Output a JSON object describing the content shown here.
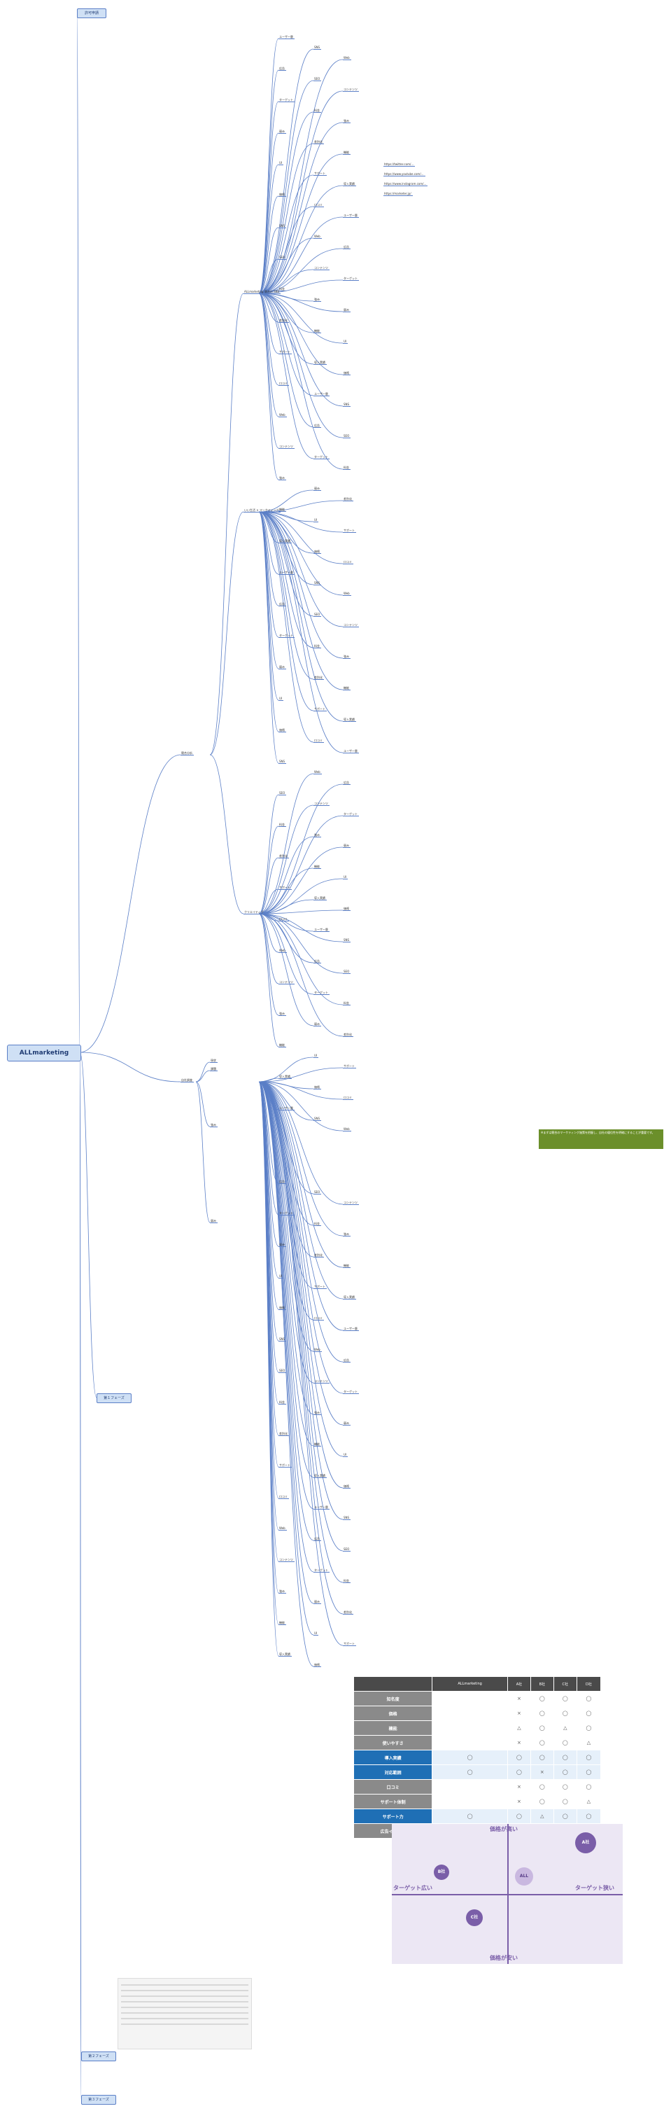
{
  "root": "ALLmarketing",
  "top_nodes": [
    "許可申請",
    "第１フェーズ",
    "第２フェーズ",
    "第３フェーズ"
  ],
  "competitor_research": {
    "label": "競合分析",
    "brand1": "ALLmarketing 競合の SNS",
    "brand2": "いい生活 × マーケティング",
    "brand3": "クリエイティブ"
  },
  "self_analysis": {
    "label": "自社調査",
    "items": [
      "現状",
      "課題",
      "強み",
      "弱み"
    ]
  },
  "links": {
    "twitter": "https://twitter.com/...",
    "youtube": "https://www.youtube.com/...",
    "instagram": "https://www.instagram.com/...",
    "web": "https://marketer.jp/"
  },
  "leaf_labels": [
    "ユーザー層",
    "SNS",
    "Web",
    "広告",
    "SEO",
    "コンテンツ",
    "ターゲット",
    "料金",
    "強み",
    "弱み",
    "差別化",
    "機能",
    "UI",
    "サポート",
    "導入実績",
    "価格",
    "口コミ"
  ],
  "note": "※まずは競合のマーケティング施策を把握し、自社の優位性を明確にすることが重要です。",
  "comparison_table": {
    "headers": [
      "",
      "ALLmarketing",
      "A社",
      "B社",
      "C社",
      "D社"
    ],
    "rows": [
      {
        "label": "知名度",
        "color": "#8a8a8a",
        "cells": [
          "",
          "×",
          "◯",
          "◯",
          "◯"
        ]
      },
      {
        "label": "価格",
        "color": "#8a8a8a",
        "cells": [
          "",
          "×",
          "◯",
          "◯",
          "◯"
        ]
      },
      {
        "label": "機能",
        "color": "#8a8a8a",
        "cells": [
          "",
          "△",
          "◯",
          "△",
          "◯"
        ]
      },
      {
        "label": "使いやすさ",
        "color": "#8a8a8a",
        "cells": [
          "",
          "×",
          "◯",
          "◯",
          "△"
        ]
      },
      {
        "label": "導入実績",
        "color": "#1f6fb5",
        "cells": [
          "◯",
          "◯",
          "◯",
          "◯",
          "◯"
        ]
      },
      {
        "label": "対応範囲",
        "color": "#1f6fb5",
        "cells": [
          "◯",
          "◯",
          "×",
          "◯",
          "◯"
        ]
      },
      {
        "label": "口コミ",
        "color": "#8a8a8a",
        "cells": [
          "",
          "×",
          "◯",
          "◯",
          "◯"
        ]
      },
      {
        "label": "サポート体制",
        "color": "#8a8a8a",
        "cells": [
          "",
          "×",
          "◯",
          "◯",
          "△"
        ]
      },
      {
        "label": "サポート力",
        "color": "#1f6fb5",
        "cells": [
          "◯",
          "◯",
          "△",
          "◯",
          "◯"
        ]
      },
      {
        "label": "広告イメージ",
        "color": "#8a8a8a",
        "cells": [
          "",
          "×",
          "◯",
          "◯",
          "△"
        ]
      }
    ]
  },
  "positioning": {
    "top": "価格が高い",
    "bottom": "価格が安い",
    "left": "ターゲット広い",
    "right": "ターゲット狭い",
    "bubbles": [
      "A社",
      "B社",
      "ALL",
      "C社"
    ]
  }
}
